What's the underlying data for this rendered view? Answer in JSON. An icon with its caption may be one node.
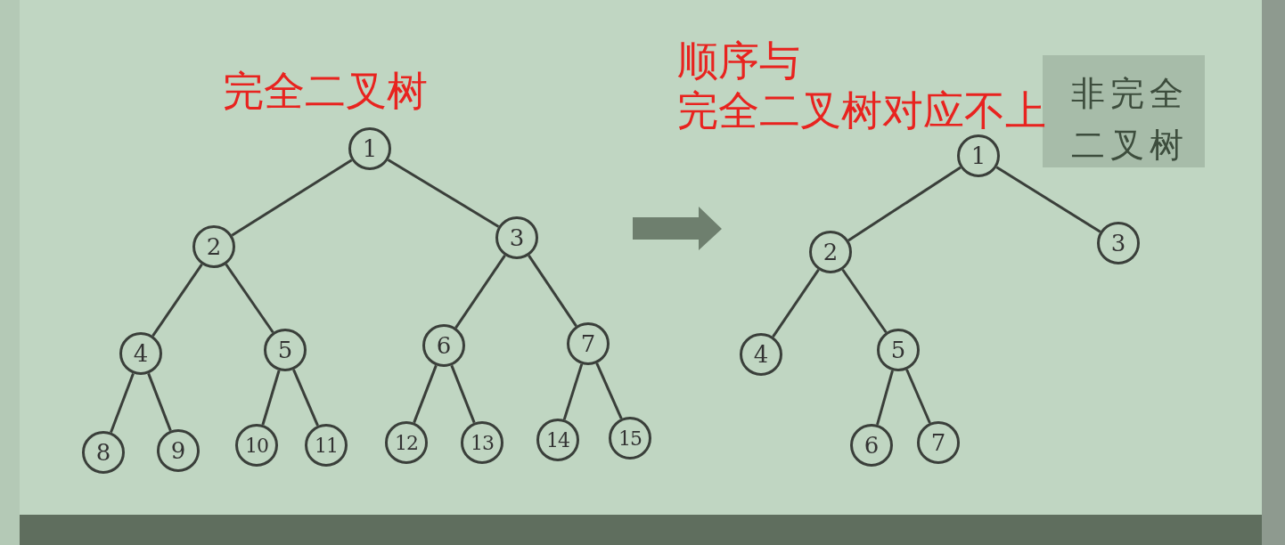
{
  "diagram": {
    "nodes": [
      {
        "text": [
          "1"
        ]
      },
      {
        "text": [
          "2"
        ]
      },
      {
        "text": [
          "3"
        ]
      },
      {
        "text": [
          "4"
        ]
      },
      {
        "text": [
          "5"
        ]
      },
      {
        "text": [
          "6"
        ]
      },
      {
        "text": [
          "7"
        ]
      },
      {
        "text": [
          "8"
        ]
      },
      {
        "text": [
          "9"
        ]
      },
      {
        "text": [
          "10"
        ]
      },
      {
        "text": [
          "11"
        ]
      },
      {
        "text": [
          "12"
        ]
      },
      {
        "text": [
          "13"
        ]
      },
      {
        "text": [
          "14"
        ]
      },
      {
        "text": [
          "15"
        ]
      },
      {
        "text": [
          "1"
        ]
      },
      {
        "text": [
          "2"
        ]
      },
      {
        "text": [
          "3"
        ]
      },
      {
        "text": [
          "4"
        ]
      },
      {
        "text": [
          "5"
        ]
      },
      {
        "text": [
          "6"
        ]
      },
      {
        "text": [
          "7"
        ]
      },
      {
        "text": [
          "非完全二叉树"
        ]
      }
    ],
    "edges": [
      {
        "from": 0,
        "to": 1,
        "arrow": "none"
      },
      {
        "from": 0,
        "to": 2,
        "arrow": "none"
      },
      {
        "from": 1,
        "to": 3,
        "arrow": "none"
      },
      {
        "from": 1,
        "to": 4,
        "arrow": "none"
      },
      {
        "from": 2,
        "to": 5,
        "arrow": "none"
      },
      {
        "from": 2,
        "to": 6,
        "arrow": "none"
      },
      {
        "from": 3,
        "to": 7,
        "arrow": "none"
      },
      {
        "from": 3,
        "to": 8,
        "arrow": "none"
      },
      {
        "from": 4,
        "to": 9,
        "arrow": "none"
      },
      {
        "from": 4,
        "to": 10,
        "arrow": "none"
      },
      {
        "from": 5,
        "to": 11,
        "arrow": "none"
      },
      {
        "from": 5,
        "to": 12,
        "arrow": "none"
      },
      {
        "from": 6,
        "to": 13,
        "arrow": "none"
      },
      {
        "from": 6,
        "to": 14,
        "arrow": "none"
      },
      {
        "from": 15,
        "to": 16,
        "arrow": "none"
      },
      {
        "from": 15,
        "to": 17,
        "arrow": "none"
      },
      {
        "from": 16,
        "to": 18,
        "arrow": "none"
      },
      {
        "from": 16,
        "to": 19,
        "arrow": "none"
      },
      {
        "from": 19,
        "to": 20,
        "arrow": "none"
      },
      {
        "from": 19,
        "to": 21,
        "arrow": "none"
      }
    ],
    "labels": [
      "完全二叉树",
      "顺序与完全二叉树对应不上"
    ]
  }
}
